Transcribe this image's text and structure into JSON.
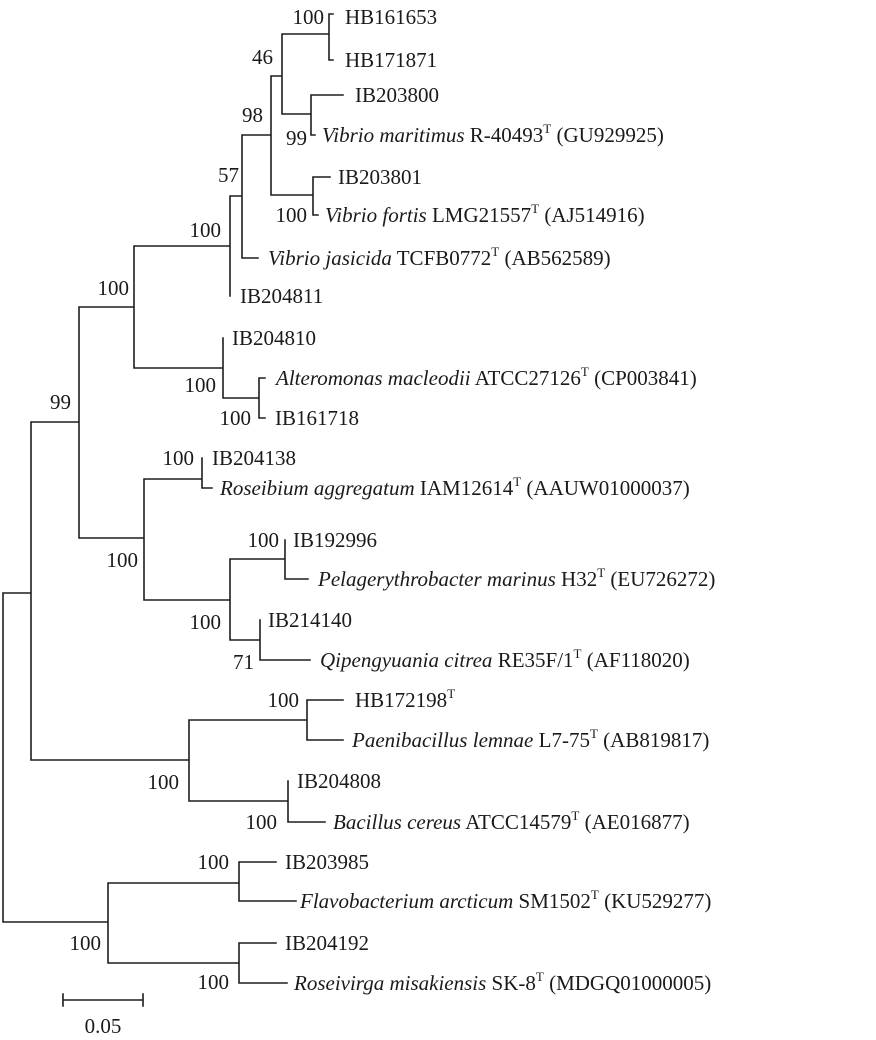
{
  "leaves": [
    {
      "name": "HB161653"
    },
    {
      "name": "HB171871"
    },
    {
      "name": "IB203800"
    },
    {
      "italic": "Vibrio maritimus",
      "strain": " R-40493",
      "sup": "T",
      "acc": " (GU929925)"
    },
    {
      "name": "IB203801"
    },
    {
      "italic": "Vibrio fortis",
      "strain": " LMG21557",
      "sup": "T",
      "acc": " (AJ514916)"
    },
    {
      "italic": "Vibrio jasicida",
      "strain": " TCFB0772",
      "sup": "T",
      "acc": " (AB562589)"
    },
    {
      "name": "IB204811"
    },
    {
      "name": "IB204810"
    },
    {
      "italic": "Alteromonas macleodii",
      "strain": " ATCC27126",
      "sup": "T",
      "acc": " (CP003841)"
    },
    {
      "name": "IB161718"
    },
    {
      "name": "IB204138"
    },
    {
      "italic": "Roseibium aggregatum",
      "strain": " IAM12614",
      "sup": "T",
      "acc": " (AAUW01000037)"
    },
    {
      "name": "IB192996"
    },
    {
      "italic": "Pelagerythrobacter marinus",
      "strain": " H32",
      "sup": "T",
      "acc": " (EU726272)"
    },
    {
      "name": "IB214140"
    },
    {
      "italic": "Qipengyuania citrea",
      "strain": " RE35F/1",
      "sup": "T",
      "acc": " (AF118020)"
    },
    {
      "name": "HB172198",
      "sup": "T"
    },
    {
      "italic": "Paenibacillus lemnae",
      "strain": " L7-75",
      "sup": "T",
      "acc": " (AB819817)"
    },
    {
      "name": "IB204808"
    },
    {
      "italic": "Bacillus cereus",
      "strain": " ATCC14579",
      "sup": "T",
      "acc": " (AE016877)"
    },
    {
      "name": "IB203985"
    },
    {
      "italic": "Flavobacterium arcticum",
      "strain": " SM1502",
      "sup": "T",
      "acc": " (KU529277)"
    },
    {
      "name": "IB204192"
    },
    {
      "italic": "Roseivirga misakiensis",
      "strain": " SK-8",
      "sup": "T",
      "acc": " (MDGQ01000005)"
    }
  ],
  "bootstrap": [
    "100",
    "46",
    "99",
    "98",
    "57",
    "100",
    "100",
    "100",
    "99",
    "100",
    "100",
    "100",
    "100",
    "100",
    "100",
    "71",
    "100",
    "100",
    "100",
    "100",
    "100",
    "100"
  ],
  "scale_bar": {
    "label": "0.05",
    "value": 0.05
  },
  "colors": {
    "line": "#1e1e1e",
    "text": "#1a1a1a"
  }
}
